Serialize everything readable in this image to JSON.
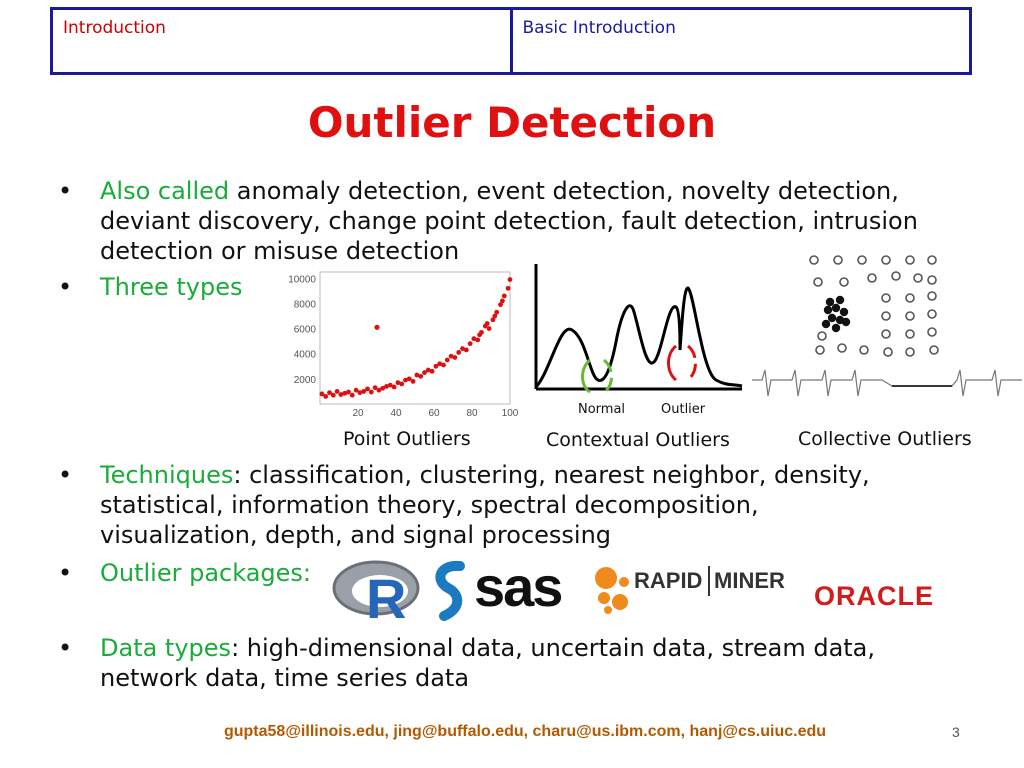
{
  "header": {
    "left": "Introduction",
    "right": "Basic Introduction"
  },
  "title": "Outlier Detection",
  "bullets": {
    "also_called_lead": "Also called",
    "also_called_line1": " anomaly detection, event detection, novelty detection,",
    "also_called_line2": "deviant discovery, change point detection, fault detection, intrusion",
    "also_called_line3": "detection or misuse detection",
    "three_types": "Three types",
    "techniques_lead": "Techniques",
    "techniques_line1": ": classification, clustering, nearest neighbor, density,",
    "techniques_line2": "statistical, information theory, spectral decomposition,",
    "techniques_line3": "visualization, depth, and signal processing",
    "packages": "Outlier packages:",
    "datatypes_lead": "Data types",
    "datatypes_line1": ": high-dimensional data, uncertain data, stream data,",
    "datatypes_line2": "network data, time series data"
  },
  "figures": {
    "point": "Point Outliers",
    "contextual": "Contextual Outliers",
    "collective": "Collective Outliers",
    "normal": "Normal",
    "outlier": "Outlier"
  },
  "chart_data": {
    "type": "scatter",
    "x_ticks": [
      "20",
      "40",
      "60",
      "80",
      "100"
    ],
    "y_ticks": [
      "2000",
      "4000",
      "6000",
      "8000",
      "10000"
    ],
    "xlim": [
      0,
      100
    ],
    "ylim": [
      0,
      10500
    ],
    "point_color": "#dd1111",
    "outlier": {
      "x": 30,
      "y": 6100
    },
    "points": [
      [
        1,
        800
      ],
      [
        3,
        600
      ],
      [
        5,
        900
      ],
      [
        7,
        700
      ],
      [
        9,
        1000
      ],
      [
        11,
        750
      ],
      [
        13,
        850
      ],
      [
        15,
        950
      ],
      [
        17,
        700
      ],
      [
        19,
        1100
      ],
      [
        21,
        900
      ],
      [
        23,
        1000
      ],
      [
        25,
        1200
      ],
      [
        27,
        950
      ],
      [
        29,
        1300
      ],
      [
        31,
        1100
      ],
      [
        33,
        1250
      ],
      [
        35,
        1400
      ],
      [
        37,
        1500
      ],
      [
        39,
        1350
      ],
      [
        41,
        1700
      ],
      [
        43,
        1600
      ],
      [
        45,
        1900
      ],
      [
        47,
        2000
      ],
      [
        49,
        1800
      ],
      [
        51,
        2300
      ],
      [
        53,
        2200
      ],
      [
        55,
        2500
      ],
      [
        57,
        2700
      ],
      [
        59,
        2600
      ],
      [
        61,
        3000
      ],
      [
        63,
        3200
      ],
      [
        65,
        3100
      ],
      [
        67,
        3500
      ],
      [
        69,
        3800
      ],
      [
        71,
        3700
      ],
      [
        73,
        4100
      ],
      [
        75,
        4400
      ],
      [
        77,
        4300
      ],
      [
        79,
        4800
      ],
      [
        81,
        5200
      ],
      [
        83,
        5100
      ],
      [
        85,
        5700
      ],
      [
        87,
        6200
      ],
      [
        89,
        6000
      ],
      [
        91,
        6700
      ],
      [
        93,
        7300
      ],
      [
        95,
        7900
      ],
      [
        97,
        8600
      ],
      [
        99,
        9200
      ],
      [
        100,
        9900
      ],
      [
        96,
        8200
      ],
      [
        92,
        7000
      ],
      [
        88,
        6400
      ],
      [
        84,
        5500
      ]
    ]
  },
  "logos": {
    "r": "R",
    "sas": "sas",
    "rapid": "RAPID",
    "miner": "MINER",
    "oracle": "ORACLE"
  },
  "footer": "gupta58@illinois.edu, jing@buffalo.edu, charu@us.ibm.com, hanj@cs.uiuc.edu",
  "page_number": "3",
  "colors": {
    "accent_red": "#e01010",
    "green": "#1aab3a",
    "navy": "#1a1a9c",
    "footer": "#b35a00"
  }
}
